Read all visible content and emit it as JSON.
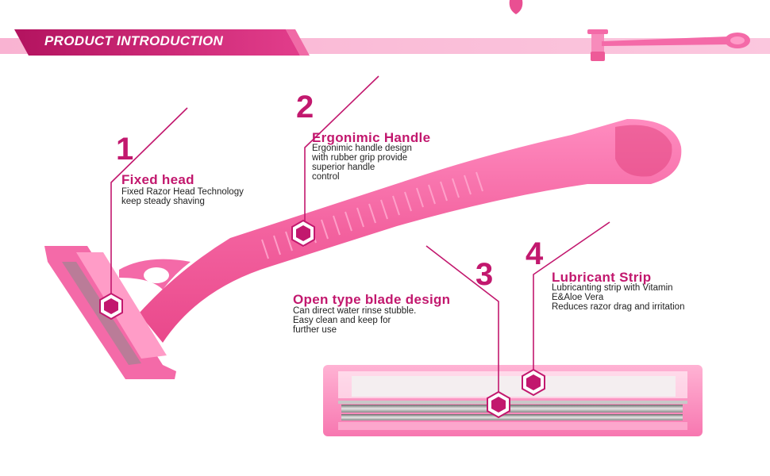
{
  "banner": {
    "title": "PRODUCT INTRODUCTION"
  },
  "features": [
    {
      "number": "1",
      "title": "Fixed head",
      "lines": [
        "Fixed Razor Head Technology",
        "keep steady shaving"
      ]
    },
    {
      "number": "2",
      "title": "Ergonimic Handle",
      "lines": [
        "Ergonimic handle design",
        "with rubber grip provide",
        "superior handle",
        "control"
      ]
    },
    {
      "number": "3",
      "title": "Open type blade design",
      "lines": [
        "Can direct water rinse stubble.",
        "Easy clean and keep for",
        "further use"
      ]
    },
    {
      "number": "4",
      "title": "Lubricant Strip",
      "lines": [
        "Lubricanting strip with Vitamin",
        "E&Aloe Vera",
        "Reduces razor drag and irritation"
      ]
    }
  ],
  "colors": {
    "accent": "#c2186e",
    "razor_pink": "#f46aa8",
    "banner_pink": "#f7a7cb",
    "text": "#222222"
  }
}
